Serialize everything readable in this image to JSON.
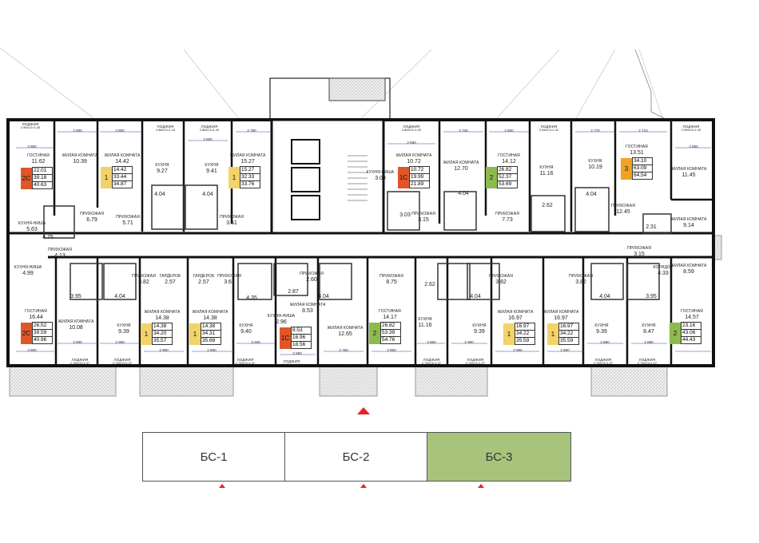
{
  "apartments": [
    {
      "type": "2С",
      "color": "#e0562b",
      "living": "22.01",
      "total": "39.18",
      "total_with_loggia": "40.63"
    },
    {
      "type": "1",
      "color": "#f2d36a",
      "living": "14.42",
      "total": "33.44",
      "total_with_loggia": "34.87"
    },
    {
      "type": "1",
      "color": "#f2d36a",
      "living": "15.27",
      "total": "32.33",
      "total_with_loggia": "33.76"
    },
    {
      "type": "1С",
      "color": "#e0562b",
      "living": "10.72",
      "total": "19.99",
      "total_with_loggia": "21.89"
    },
    {
      "type": "2",
      "color": "#8dba4c",
      "living": "26.82",
      "total": "52.37",
      "total_with_loggia": "53.69"
    },
    {
      "type": "3",
      "color": "#f2a122",
      "living": "34.10",
      "total": "63.09",
      "total_with_loggia": "64.54"
    },
    {
      "type": "2С",
      "color": "#e0562b",
      "living": "26.52",
      "total": "39.59",
      "total_with_loggia": "40.96"
    },
    {
      "type": "1",
      "color": "#f2d36a",
      "living": "14.38",
      "total": "34.20",
      "total_with_loggia": "35.57"
    },
    {
      "type": "1",
      "color": "#f2d36a",
      "living": "14.38",
      "total": "34.31",
      "total_with_loggia": "35.68"
    },
    {
      "type": "1С",
      "color": "#e0562b",
      "living": "8.53",
      "total": "16.96",
      "total_with_loggia": "18.56"
    },
    {
      "type": "2",
      "color": "#8dba4c",
      "living": "26.82",
      "total": "53.39",
      "total_with_loggia": "54.76"
    },
    {
      "type": "1",
      "color": "#f2d36a",
      "living": "16.97",
      "total": "34.22",
      "total_with_loggia": "35.59"
    },
    {
      "type": "1",
      "color": "#f2d36a",
      "living": "16.97",
      "total": "34.22",
      "total_with_loggia": "35.59"
    },
    {
      "type": "2",
      "color": "#8dba4c",
      "living": "23.16",
      "total": "43.06",
      "total_with_loggia": "44.43"
    }
  ],
  "rooms": [
    {
      "name": "ЛОДЖИЯ",
      "area": "2.90x0.5=1.45"
    },
    {
      "name": "ГОСТИНАЯ",
      "area": "11.62"
    },
    {
      "name": "ЖИЛАЯ КОМНАТА",
      "area": "10.39"
    },
    {
      "name": "ЖИЛАЯ КОМНАТА",
      "area": "14.42"
    },
    {
      "name": "ЛОДЖИЯ",
      "area": "2.85x0.5=1.43"
    },
    {
      "name": "КУХНЯ",
      "area": "9.27"
    },
    {
      "name": "ЛОДЖИЯ",
      "area": "2.85x0.5=1.43"
    },
    {
      "name": "КУХНЯ",
      "area": "9.41"
    },
    {
      "name": "ЖИЛАЯ КОМНАТА",
      "area": "15.27"
    },
    {
      "name": "КУХНЯ-НИША",
      "area": "5.63"
    },
    {
      "name": "ПРИХОЖАЯ",
      "area": "6.79"
    },
    {
      "name": "ПРИХОЖАЯ",
      "area": "5.71"
    },
    {
      "name": "ПРИХОЖАЯ",
      "area": "3.61"
    },
    {
      "name": "ЛОДЖИЯ",
      "area": "3.80x0.5=1.90"
    },
    {
      "name": "ЖИЛАЯ КОМНАТА",
      "area": "10.72"
    },
    {
      "name": "КУХНЯ-НИША",
      "area": "3.09"
    },
    {
      "name": "ПРИХОЖАЯ",
      "area": "3.15"
    },
    {
      "name": "ЖИЛАЯ КОМНАТА",
      "area": "12.70"
    },
    {
      "name": "ГОСТИНАЯ",
      "area": "14.12"
    },
    {
      "name": "ПРИХОЖАЯ",
      "area": "7.73"
    },
    {
      "name": "ЛОДЖИЯ",
      "area": "2.63x0.5=1.32"
    },
    {
      "name": "КУХНЯ",
      "area": "11.16"
    },
    {
      "name": "КУХНЯ",
      "area": "10.19"
    },
    {
      "name": "ГОСТИНАЯ",
      "area": "13.51"
    },
    {
      "name": "ПРИХОЖАЯ",
      "area": "12.45"
    },
    {
      "name": "ЛОДЖИЯ",
      "area": "2.90x0.5=1.45"
    },
    {
      "name": "ЖИЛАЯ КОМНАТА",
      "area": "11.45"
    },
    {
      "name": "ЖИЛАЯ КОМНАТА",
      "area": "9.14"
    },
    {
      "name": "ПРИХОЖАЯ",
      "area": "4.13"
    },
    {
      "name": "КУХНЯ-НИША",
      "area": "4.99"
    },
    {
      "name": "ГОСТИНАЯ",
      "area": "16.44"
    },
    {
      "name": "ЖИЛАЯ КОМНАТА",
      "area": "10.08"
    },
    {
      "name": "КУХНЯ",
      "area": "9.39"
    },
    {
      "name": "ПРИХОЖАЯ",
      "area": "3.82"
    },
    {
      "name": "ГАРДЕРОБ",
      "area": "2.57"
    },
    {
      "name": "ГАРДЕРОБ",
      "area": "2.57"
    },
    {
      "name": "ЖИЛАЯ КОМНАТА",
      "area": "14.38"
    },
    {
      "name": "ЖИЛАЯ КОМНАТА",
      "area": "14.38"
    },
    {
      "name": "ПРИХОЖАЯ",
      "area": "3.61"
    },
    {
      "name": "КУХНЯ",
      "area": "9.40"
    },
    {
      "name": "ПРИХОЖАЯ",
      "area": "2.60"
    },
    {
      "name": "ЖИЛАЯ КОМНАТА",
      "area": "8.53"
    },
    {
      "name": "КУХНЯ-НИША",
      "area": "2.96"
    },
    {
      "name": "ЖИЛАЯ КОМНАТА",
      "area": "12.65"
    },
    {
      "name": "ПРИХОЖАЯ",
      "area": "8.75"
    },
    {
      "name": "ГОСТИНАЯ",
      "area": "14.17"
    },
    {
      "name": "КУХНЯ",
      "area": "11.16"
    },
    {
      "name": "КУХНЯ",
      "area": "9.39"
    },
    {
      "name": "ПРИХОЖАЯ",
      "area": "3.82"
    },
    {
      "name": "ЖИЛАЯ КОМНАТА",
      "area": "16.97"
    },
    {
      "name": "ЖИЛАЯ КОМНАТА",
      "area": "16.97"
    },
    {
      "name": "ПРИХОЖАЯ",
      "area": "3.82"
    },
    {
      "name": "КУХНЯ",
      "area": "9.39"
    },
    {
      "name": "КУХНЯ",
      "area": "8.47"
    },
    {
      "name": "ПРИХОЖАЯ",
      "area": "3.15"
    },
    {
      "name": "КОРИДОР",
      "area": "4.33"
    },
    {
      "name": "ЖИЛАЯ КОМНАТА",
      "area": "8.59"
    },
    {
      "name": "ГОСТИНАЯ",
      "area": "14.57"
    },
    {
      "name": "ЛОДЖИЯ",
      "area": "2.73x0.5=1.37"
    },
    {
      "name": "ЛОДЖИЯ",
      "area": "2.73x0.5=1.37"
    },
    {
      "name": "ЛОДЖИЯ",
      "area": "2.73x0.5=1.37"
    },
    {
      "name": "ЛОДЖИЯ",
      "area": "3.18x0.5=1.60"
    },
    {
      "name": "ЛОДЖИЯ",
      "area": "2.73x0.5=1.37"
    },
    {
      "name": "ЛОДЖИЯ",
      "area": "2.73x0.5=1.37"
    },
    {
      "name": "ЛОДЖИЯ",
      "area": "2.73x0.5=1.37"
    },
    {
      "name": "ЛОДЖИЯ",
      "area": "2.73x0.5=1.37"
    }
  ],
  "bath_areas": [
    "4.75",
    "4.04",
    "4.04",
    "3.03",
    "4.04",
    "2.62",
    "4.04",
    "2.31",
    "3.95",
    "4.04",
    "4.35",
    "2.87",
    "4.04",
    "2.62",
    "4.04",
    "4.04",
    "3.95"
  ],
  "dimensions": [
    "2 800",
    "2 800",
    "2 800",
    "2 800",
    "2 790",
    "2 560",
    "2 740",
    "2 800",
    "2 775",
    "2 710",
    "2 850",
    "2 800",
    "2 800",
    "2 900",
    "2 900",
    "2 800",
    "3 200",
    "2 550",
    "2 750",
    "2 800",
    "2 800",
    "2 900",
    "2 900",
    "2 800",
    "2 800",
    "2 850"
  ],
  "sections": [
    {
      "label": "БС-1",
      "active": false
    },
    {
      "label": "БС-2",
      "active": false
    },
    {
      "label": "БС-3",
      "active": true
    }
  ],
  "colors": {
    "active_section": "#a8c47c",
    "marker": "#e8202a"
  }
}
